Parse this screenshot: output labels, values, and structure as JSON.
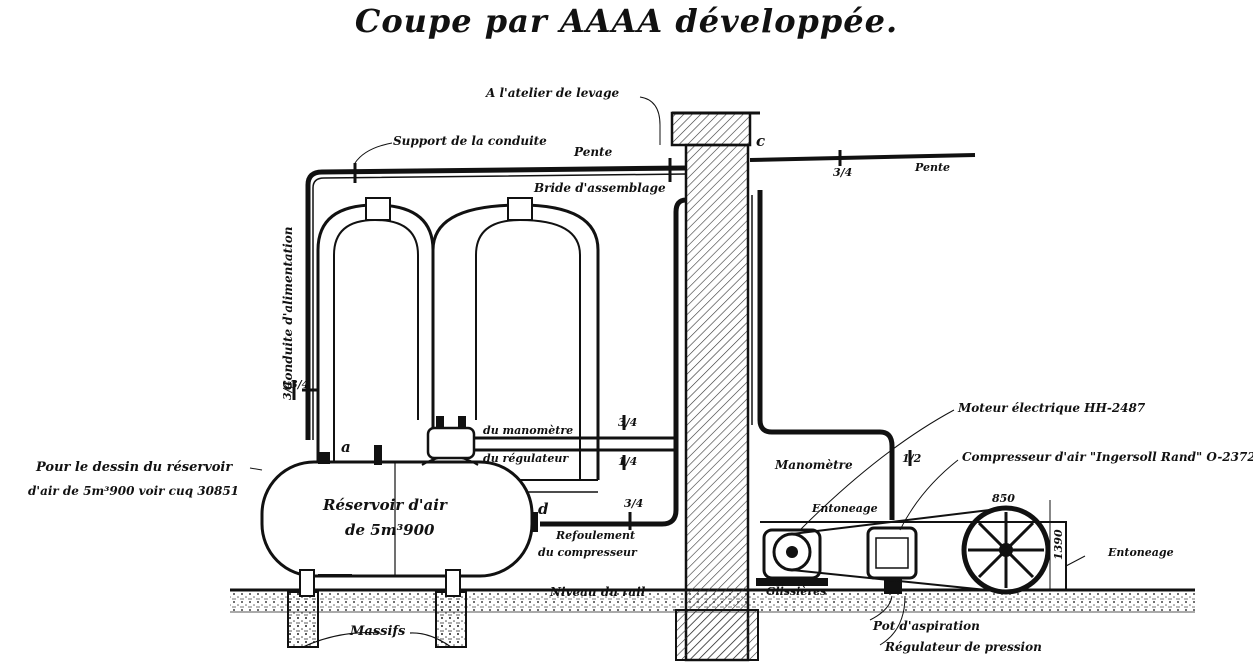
{
  "title": "Coupe par AAAA développée.",
  "labels": {
    "atelier": "A l'atelier de levage",
    "support": "Support de la conduite",
    "pente_1": "Pente",
    "pente_2": "Pente",
    "bride": "Bride d'assemblage",
    "conduite": "Conduite d'alimentation",
    "manometre_top": "du manomètre",
    "regulateur_top": "du régulateur",
    "reservoir_title": "Réservoir d'air",
    "reservoir_sub": "de 5m³900",
    "dessin_1": "Pour le dessin du réservoir",
    "dessin_2": "d'air de 5m³900 voir cuq 30851",
    "refoulement_1": "Refoulement",
    "refoulement_2": "du compresseur",
    "manometre_right": "Manomètre",
    "moteur": "Moteur électrique HH-2487",
    "compresseur": "Compresseur d'air \"Ingersoll Rand\" O-2372",
    "entoneage_1": "Entoneage",
    "entoneage_2": "Entoneage",
    "glissieres": "Glissières",
    "niveau": "Niveau du rail",
    "pot": "Pot d'aspiration",
    "regulateur_bottom": "Régulateur de pression",
    "massifs": "Massifs",
    "point_a": "a",
    "point_c": "c",
    "point_d": "d",
    "dim": "1390",
    "dim_top": "850"
  },
  "pipe_sizes": {
    "s1": "3/4",
    "s2": "3/4",
    "s3": "3/4",
    "s4": "1/4",
    "s5": "3/4",
    "s6": "1/2",
    "s7": "3/4"
  }
}
